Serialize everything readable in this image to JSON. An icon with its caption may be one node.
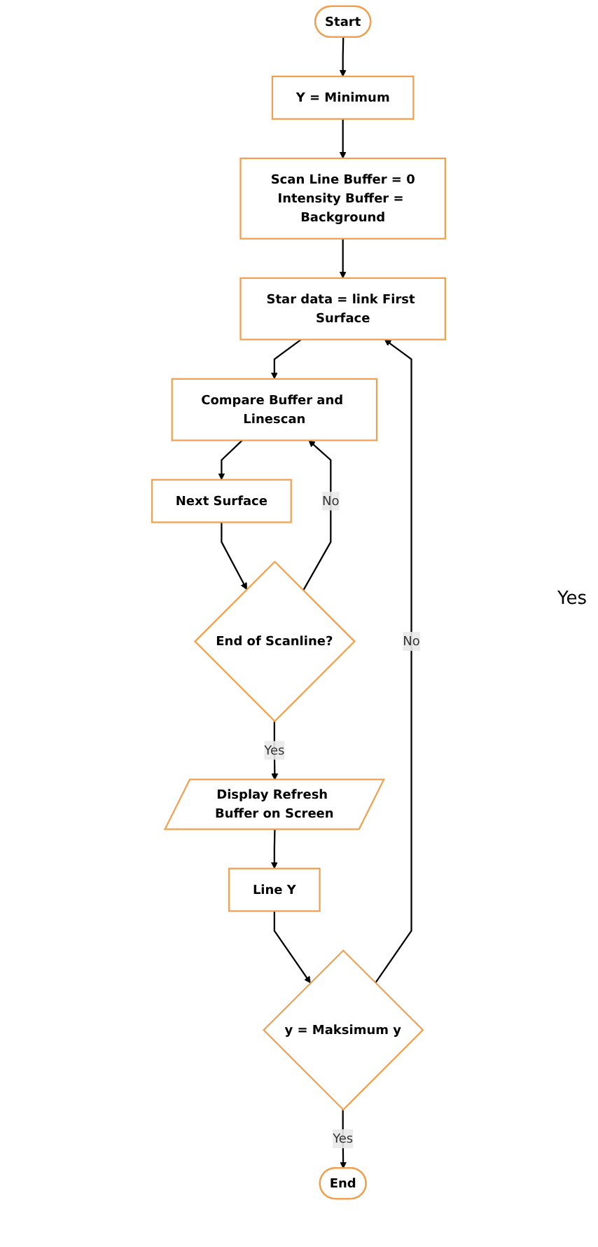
{
  "diagram": {
    "nodes": [
      {
        "text": [
          "Start"
        ]
      },
      {
        "text": [
          "Y = Minimum"
        ]
      },
      {
        "text": [
          "Scan Line Buffer = 0",
          "Intensity Buffer = Background"
        ]
      },
      {
        "text": [
          "Star data = link First Surface"
        ]
      },
      {
        "text": [
          "Compare Buffer and Linescan"
        ]
      },
      {
        "text": [
          "Next Surface"
        ]
      },
      {
        "text": [
          "End of Scanline?"
        ]
      },
      {
        "text": [
          "Display Refresh Buffer on Screen"
        ]
      },
      {
        "text": [
          "Line Y"
        ]
      },
      {
        "text": [
          "y = Maksimum y"
        ]
      },
      {
        "text": [
          "End"
        ]
      }
    ],
    "edges": [
      {
        "from": 0,
        "to": 1,
        "arrow": "to"
      },
      {
        "from": 1,
        "to": 2,
        "arrow": "to"
      },
      {
        "from": 2,
        "to": 3,
        "arrow": "to"
      },
      {
        "from": 3,
        "to": 4,
        "arrow": "to"
      },
      {
        "from": 4,
        "to": 5,
        "arrow": "to"
      },
      {
        "from": 5,
        "to": 6,
        "arrow": "to"
      },
      {
        "from": 6,
        "to": 4,
        "arrow": "to",
        "label": "No"
      },
      {
        "from": 6,
        "to": 7,
        "arrow": "to",
        "label": "Yes"
      },
      {
        "from": 7,
        "to": 8,
        "arrow": "to"
      },
      {
        "from": 8,
        "to": 9,
        "arrow": "to"
      },
      {
        "from": 9,
        "to": 3,
        "arrow": "to",
        "label": "No"
      },
      {
        "from": 9,
        "to": 10,
        "arrow": "to",
        "label": "Yes"
      }
    ],
    "labels": [
      "Yes"
    ]
  }
}
